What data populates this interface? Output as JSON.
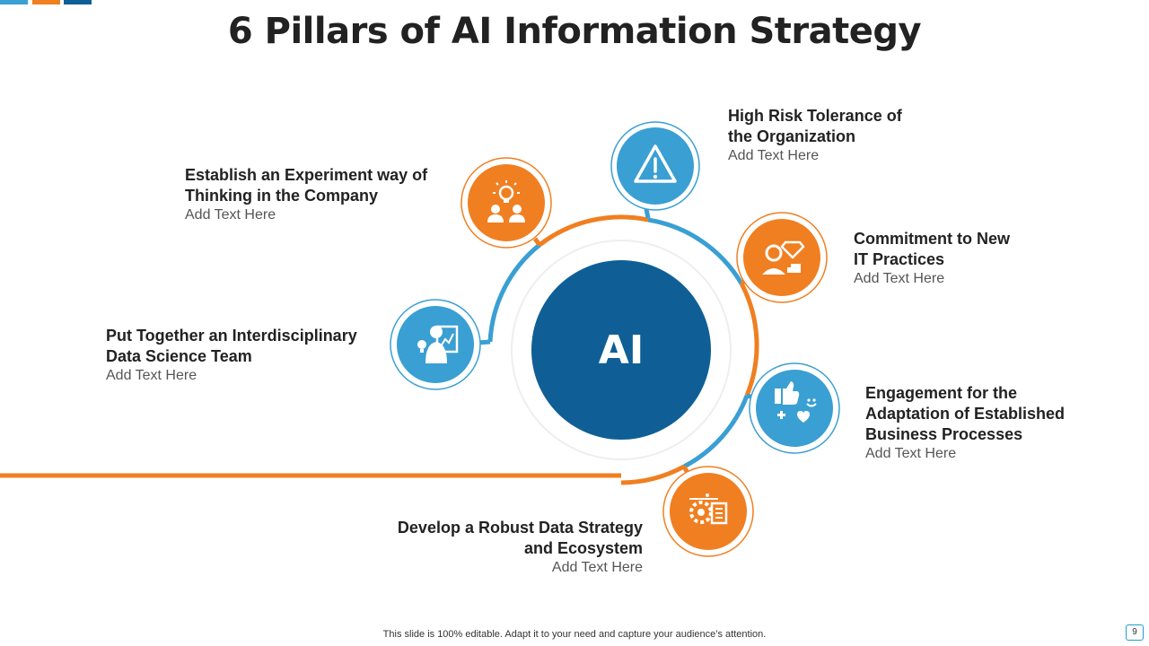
{
  "slide": {
    "title": "6 Pillars of AI Information Strategy",
    "center_label": "AI",
    "footer": "This slide is 100% editable. Adapt it to your need and capture your audience’s attention.",
    "page_number": "9"
  },
  "colors": {
    "orange": "#f07f21",
    "blue": "#3a9fd3",
    "dark_blue": "#0f5f96",
    "text": "#222222"
  },
  "pillars": [
    {
      "heading": "High Risk  Tolerance of\nthe Organization",
      "sub": "Add Text Here",
      "icon": "warning-icon",
      "color": "blue"
    },
    {
      "heading": "Commitment to New\nIT Practices",
      "sub": "Add Text Here",
      "icon": "commitment-icon",
      "color": "orange"
    },
    {
      "heading": "Engagement for the\nAdaptation of Established\nBusiness Processes",
      "sub": "Add Text Here",
      "icon": "engagement-icon",
      "color": "blue"
    },
    {
      "heading": "Develop a Robust Data Strategy\nand Ecosystem",
      "sub": "Add Text Here",
      "icon": "data-strategy-icon",
      "color": "orange"
    },
    {
      "heading": "Put Together an Interdisciplinary\nData Science Team",
      "sub": "Add Text Here",
      "icon": "team-icon",
      "color": "blue"
    },
    {
      "heading": "Establish an Experiment way of\nThinking in the Company",
      "sub": "Add Text Here",
      "icon": "experiment-icon",
      "color": "orange"
    }
  ]
}
